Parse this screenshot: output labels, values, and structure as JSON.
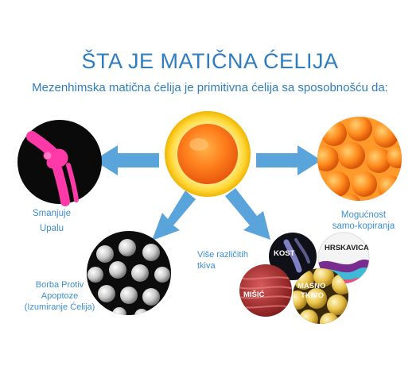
{
  "title": "ŠTA JE MATIČNA ĆELIJA",
  "subtitle": "Mezenhimska matična ćelija je primitivna ćelija sa sposobnošću da:",
  "captions": {
    "reduce_inflammation": [
      "Smanjuje",
      "Upalu"
    ],
    "self_replication": [
      "Mogućnost",
      "samo-kopiranja"
    ],
    "apoptosis": [
      "Borba Protiv",
      "Apoptoze",
      "(Izumiranje Ćelija)"
    ],
    "tissues": [
      "Više različitih",
      "tkiva"
    ]
  },
  "tissue_labels": {
    "bone": "KOST",
    "cartilage": "HRSKAVICA",
    "muscle": "MIŠIĆ",
    "fat_line1": "MASNO",
    "fat_line2": "TKIVO"
  },
  "colors": {
    "accent": "#2f7dc0",
    "arrow": "#5aa4dc",
    "core": "#ff8a1c"
  }
}
